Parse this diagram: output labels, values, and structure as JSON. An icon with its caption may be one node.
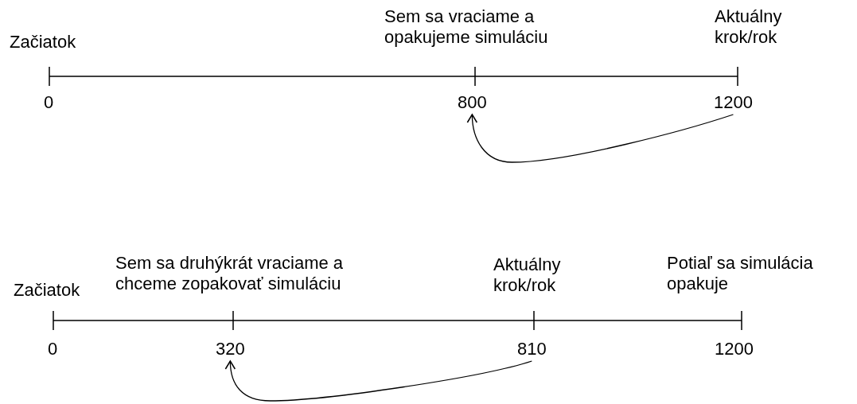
{
  "diagram": {
    "nodes": [
      {
        "text": [
          "800"
        ]
      },
      {
        "text": [
          "1200"
        ]
      },
      {
        "text": [
          "320"
        ]
      },
      {
        "text": [
          "810"
        ]
      }
    ],
    "edges": [
      {
        "from": 1,
        "to": 0,
        "arrow": "to"
      },
      {
        "from": 3,
        "to": 2,
        "arrow": "to"
      }
    ],
    "labels": [
      "Začiatok",
      "Sem sa vraciame a opakujeme simuláciu",
      "Aktuálny krok/rok",
      "0",
      "Začiatok",
      "Sem sa druhýkrát vraciame a chceme zopakovať simuláciu",
      "Aktuálny krok/rok",
      "Potiaľ sa simulácia opakuje",
      "0",
      "1200"
    ]
  }
}
